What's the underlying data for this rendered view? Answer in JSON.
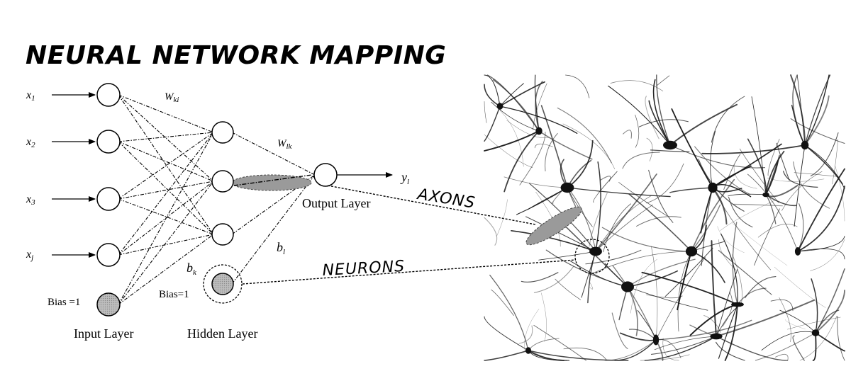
{
  "title": "NEURAL NETWORK MAPPING",
  "inputs": [
    {
      "base": "x",
      "sub": "1"
    },
    {
      "base": "x",
      "sub": "2"
    },
    {
      "base": "x",
      "sub": "3"
    },
    {
      "base": "x",
      "sub": "j"
    }
  ],
  "weights": {
    "input_hidden": {
      "base": "W",
      "sub": "ki"
    },
    "hidden_output": {
      "base": "W",
      "sub": "lk"
    }
  },
  "output": {
    "base": "y",
    "sub": "l"
  },
  "biases": {
    "hidden": {
      "base": "b",
      "sub": "k"
    },
    "output": {
      "base": "b",
      "sub": "l"
    }
  },
  "bias_labels": {
    "input": "Bias =1",
    "hidden": "Bias=1"
  },
  "layer_labels": {
    "input": "Input Layer",
    "hidden": "Hidden Layer",
    "output": "Output Layer"
  },
  "callouts": {
    "axons": "AXONS",
    "neurons": "NEURONS"
  },
  "photo": {
    "subject": "neuron-network-micrograph",
    "tone": "#1a1a1a",
    "background": "#ffffff"
  },
  "colors": {
    "bias_fill": "#c9c9c9",
    "highlight_fill": "#9a9a9a",
    "line": "#000000"
  }
}
